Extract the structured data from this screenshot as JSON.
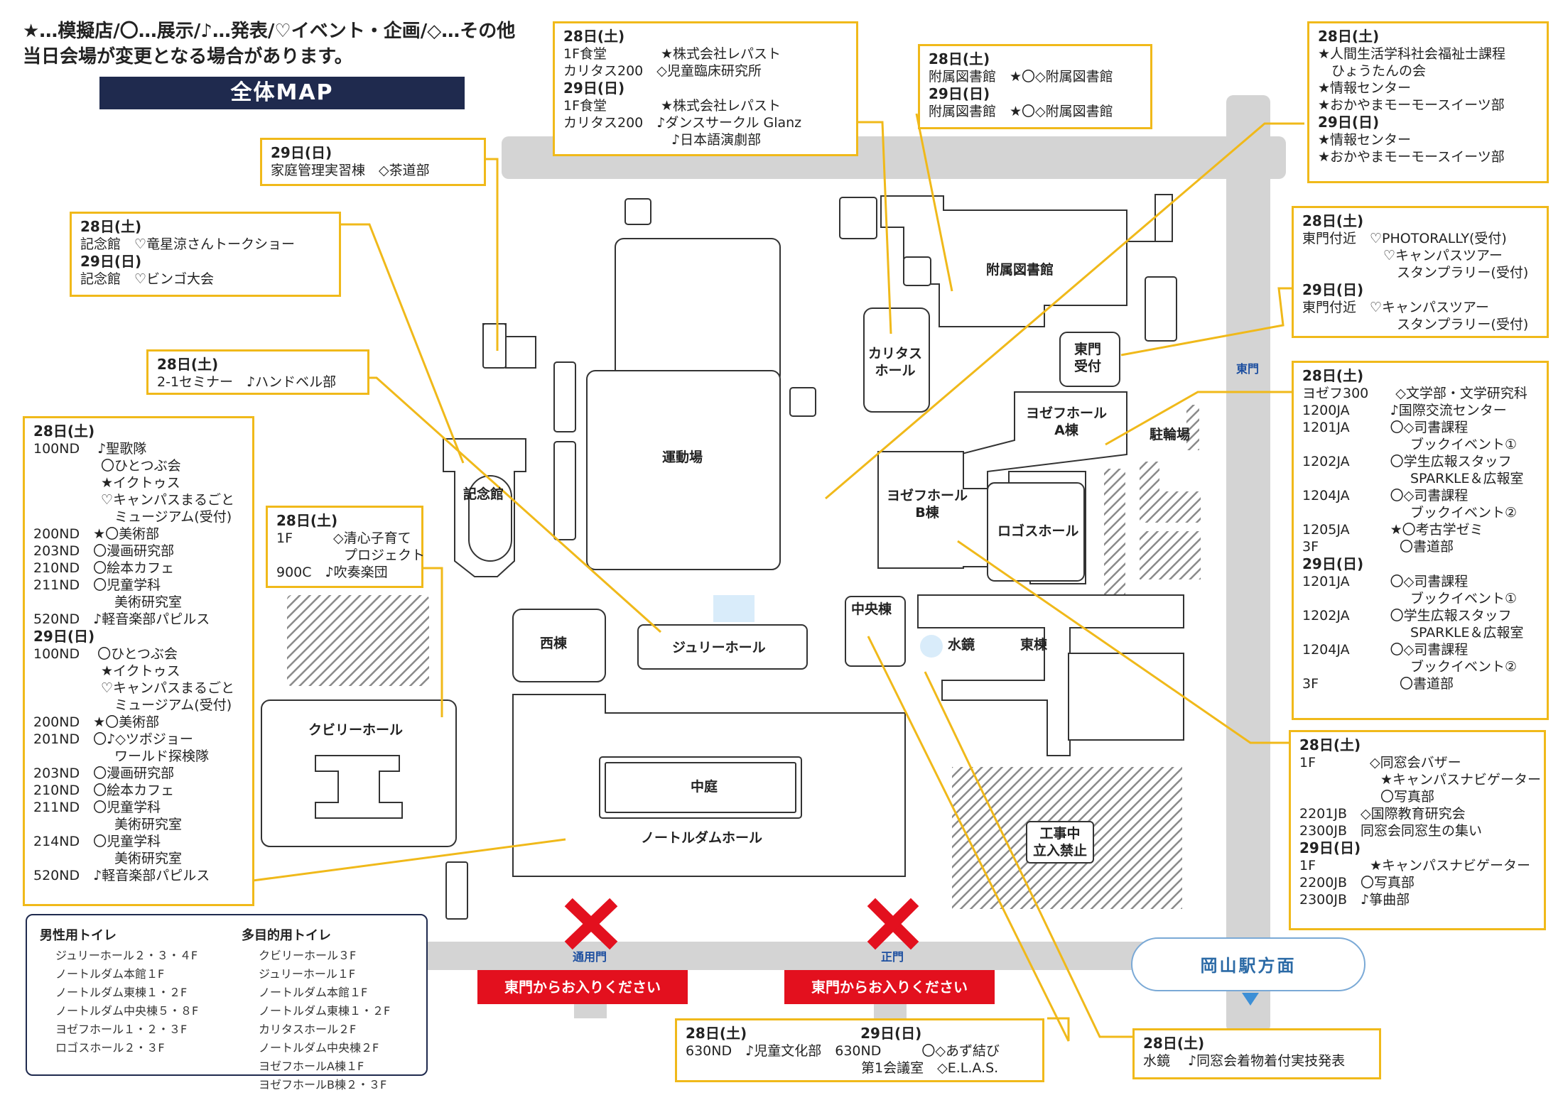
{
  "header": {
    "legend_line1": "★…模擬店/〇…展示/♪…発表/♡イベント・企画/◇…その他",
    "legend_line2": "当日会場が変更となる場合があります。",
    "title": "全体MAP"
  },
  "buildings": {
    "library": "附属図書館",
    "caritas_hall": "カリタス\nホール",
    "east_gate_reception": "東門\n受付",
    "josef_hall_a": "ヨゼフホール\nA棟",
    "bicycle_parking": "駐輪場",
    "josef_hall_b": "ヨゼフホール\nB棟",
    "logos_hall": "ロゴスホール",
    "sports_ground": "運動場",
    "memorial_hall": "記念館",
    "central_building": "中央棟",
    "water_mirror": "水鏡",
    "east_building": "東棟",
    "west_building": "西棟",
    "julie_hall": "ジュリーホール",
    "cuvilly_hall": "クビリーホール",
    "courtyard": "中庭",
    "notre_dame_hall": "ノートルダムホール",
    "construction": "工事中\n立入禁止"
  },
  "gates": {
    "east_gate": "東門",
    "service_gate": "通用門",
    "main_gate": "正門",
    "enter_notice": "東門からお入りください",
    "station_direction": "岡山駅方面"
  },
  "colors": {
    "callout_border": "#f0b91a",
    "title_bg": "#1f2a4e",
    "road": "#d4d4d4",
    "notice_red": "#e3101e",
    "gate_blue": "#1d4fa0",
    "water": "#d9ecfa"
  },
  "callouts": {
    "shokudo": "28日(土)\n1F食堂　　　　★株式会社レパスト\nカリタス200　◇児童臨床研究所\n29日(日)\n1F食堂　　　　★株式会社レパスト\nカリタス200　♪ダンスサークル Glanz\n　　　　　　　　♪日本語演劇部",
    "library": "28日(土)\n附属図書館　★〇◇附属図書館\n29日(日)\n附属図書館　★〇◇附属図書館",
    "east_gate_stalls": "28日(土)\n★人間生活学科社会福祉士課程\n　ひょうたんの会\n★情報センター\n★おかやまモーモースイーツ部\n29日(日)\n★情報センター\n★おかやまモーモースイーツ部",
    "kaji": "29日(日)\n家庭管理実習棟　◇茶道部",
    "kinenkan": "28日(土)\n記念館　♡竜星涼さんトークショー\n29日(日)\n記念館　♡ビンゴ大会",
    "seminar": "28日(土)\n2-1セミナー　♪ハンドベル部",
    "cuvilly": "28日(土)\n100ND　 ♪聖歌隊\n　　　　　〇ひとつぶ会\n　　　　　★イクトゥス\n　　　　　♡キャンパスまるごと\n　　　　　　ミュージアム(受付)\n200ND　★〇美術部\n203ND　〇漫画研究部\n210ND　〇絵本カフェ\n211ND　〇児童学科\n　　　　　　美術研究室\n520ND　♪軽音楽部パピルス\n29日(日)\n100ND　 〇ひとつぶ会\n　　　　　★イクトゥス\n　　　　　♡キャンパスまるごと\n　　　　　　ミュージアム(受付)\n200ND　★〇美術部\n201ND　〇♪◇ツボジョー\n　　　　　　ワールド探検隊\n203ND　〇漫画研究部\n210ND　〇絵本カフェ\n211ND　〇児童学科\n　　　　　　美術研究室\n214ND　〇児童学科\n　　　　　　美術研究室\n520ND　♪軽音楽部パピルス",
    "cuvilly_small": "28日(土)\n1F　　　◇清心子育て\n　　　　　プロジェクト\n900C　♪吹奏楽団",
    "photorally": "28日(土)\n東門付近　♡PHOTORALLY(受付)\n　　　　　　♡キャンパスツアー\n　　　　　　　スタンプラリー(受付)\n29日(日)\n東門付近　♡キャンパスツアー\n　　　　　　　スタンプラリー(受付)",
    "josef": "28日(土)\nヨゼフ300　　◇文学部・文学研究科\n1200JA　　　♪国際交流センター\n1201JA　　　〇◇司書課程\n　　　　　　　　ブックイベント①\n1202JA　　　〇学生広報スタッフ\n　　　　　　　　SPARKLE＆広報室\n1204JA　　　〇◇司書課程\n　　　　　　　　ブックイベント②\n1205JA　　　★〇考古学ゼミ\n3F　　　　　　〇書道部\n29日(日)\n1201JA　　　〇◇司書課程\n　　　　　　　　ブックイベント①\n1202JA　　　〇学生広報スタッフ\n　　　　　　　　SPARKLE＆広報室\n1204JA　　　〇◇司書課程\n　　　　　　　　ブックイベント②\n3F　　　　　　〇書道部",
    "notre_east": "28日(土)\n1F　　　　◇同窓会バザー\n　　　　　　★キャンパスナビゲーター\n　　　　　　〇写真部\n2201JB　◇国際教育研究会\n2300JB　同窓会同窓生の集い\n29日(日)\n1F　　　　★キャンパスナビゲーター\n2200JB　〇写真部\n2300JB　♪箏曲部",
    "bottom_center": "28日(土)　　　　　　　　29日(日)\n630ND　♪児童文化部　630ND　　　〇◇あず結び\n　　　　　　　　　　　　　第1会議室　◇E.L.A.S.",
    "water_mirror": "28日(土)\n水鏡　 ♪同窓会着物着付実技発表"
  },
  "toilets": {
    "male_title": "男性用トイレ",
    "male_list": "ジュリーホール２・３・４F\nノートルダム本館１F\nノートルダム東棟１・２F\nノートルダム中央棟５・８F\nヨゼフホール１・２・３F\nロゴスホール２・３F",
    "multi_title": "多目的用トイレ",
    "multi_list": "クビリーホール３F\nジュリーホール１F\nノートルダム本館１F\nノートルダム東棟１・２F\nカリタスホール２F\nノートルダム中央棟２F\nヨゼフホールA棟１F\nヨゼフホールB棟２・３F"
  }
}
